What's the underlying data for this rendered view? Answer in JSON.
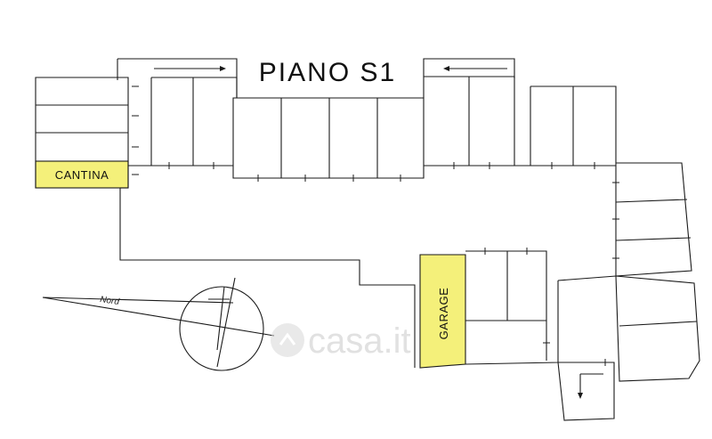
{
  "title": "PIANO S1",
  "units": {
    "cantina": {
      "label": "CANTINA",
      "highlight_color": "#f4f07a"
    },
    "garage": {
      "label": "GARAGE",
      "highlight_color": "#f4f07a"
    }
  },
  "compass": {
    "label": "Nord",
    "icon": "compass-north-arrow"
  },
  "watermark": {
    "text": "casa.it",
    "icon": "casa-it-logo"
  }
}
